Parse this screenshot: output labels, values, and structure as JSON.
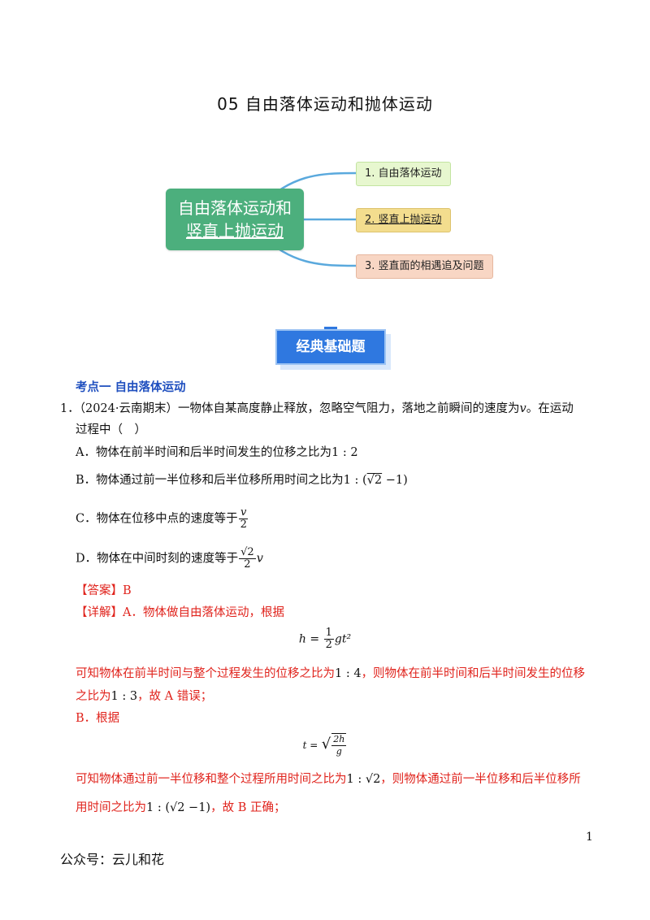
{
  "title": "05  自由落体运动和抛体运动",
  "mindmap": {
    "central": [
      "自由落体运动和",
      "竖直上抛运动"
    ],
    "branches": [
      "1. 自由落体运动",
      "2. 竖直上抛运动",
      "3. 竖直面的相遇追及问题"
    ],
    "colors": {
      "central": "#4caf7d",
      "line": "#5aa9dd",
      "b1": "#e7f7cf",
      "b2": "#f3dd8e",
      "b3": "#f8d6c4"
    }
  },
  "badge": "经典基础题",
  "section_heading": "考点一  自由落体运动",
  "question": {
    "number": "1．",
    "stem_line1": "（2024·云南期末）一物体自某高度静止释放，忽略空气阻力，落地之前瞬间的速度为",
    "stem_var": "v",
    "stem_tail": "。在运动",
    "stem_line2": "过程中（　）",
    "options": {
      "A": {
        "label": "A．物体在前半时间和后半时间发生的位移之比为",
        "math": "1 : 2"
      },
      "B": {
        "label": "B．物体通过前一半位移和后半位移所用时间之比为",
        "math_pre": "1 : (",
        "math_root": "√2",
        "math_post": " −1)"
      },
      "C": {
        "label": "C．物体在位移中点的速度等于",
        "num": "v",
        "den": "2"
      },
      "D": {
        "label": "D．物体在中间时刻的速度等于",
        "num": "√2",
        "den": "2",
        "tail": "v"
      }
    }
  },
  "answer": {
    "label": "【答案】",
    "value": "B"
  },
  "detail": {
    "label": "【详解】",
    "a_intro": "A．物体做自由落体运动，根据",
    "eq1": {
      "lhs": "h =",
      "num": "1",
      "den": "2",
      "rhs": "gt²"
    },
    "a_line1_pre": "可知物体在前半时间与整个过程发生的位移之比为",
    "a_ratio1": "1 : 4",
    "a_line1_post": "，则物体在前半时间和后半时间发生的位移",
    "a_line2_pre": "之比为",
    "a_ratio2": "1 : 3",
    "a_line2_post": "，故 A 错误；",
    "b_intro": "B．根据",
    "eq2": {
      "lhs": "t =",
      "num": "2h",
      "den": "g"
    },
    "b_line1_pre": "可知物体通过前一半位移和整个过程所用时间之比为",
    "b_ratio1": "1 : √2",
    "b_line1_post": "，则物体通过前一半位移和后半位移所",
    "b_line2_pre": "用时间之比为",
    "b_ratio2": "1 : (√2 −1)",
    "b_line2_post": "，故 B 正确；"
  },
  "page_number": "1",
  "footer": "公众号：云儿和花"
}
